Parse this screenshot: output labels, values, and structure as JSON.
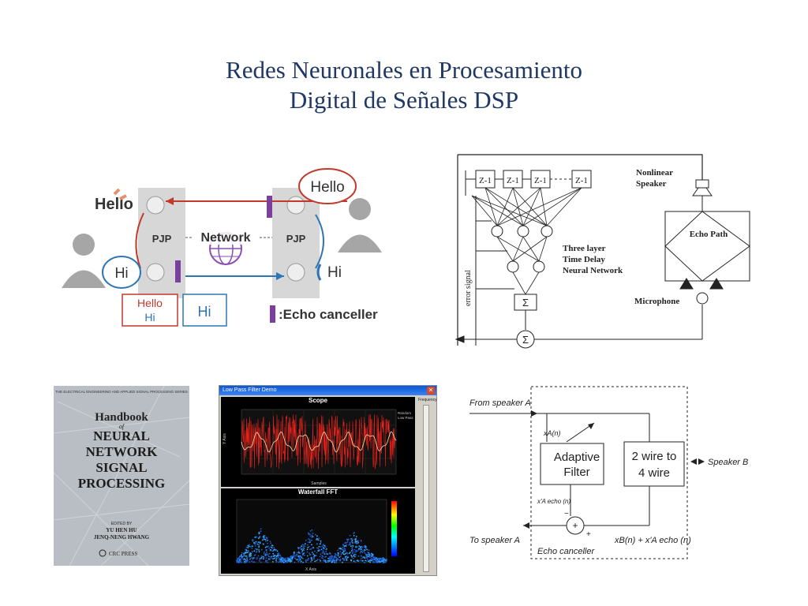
{
  "slide": {
    "title_line1": "Redes Neuronales en Procesamiento",
    "title_line2": "Digital de Señales DSP"
  },
  "colors": {
    "title": "#1f3864",
    "echo_bar": "#7b3f9e",
    "red_arrow": "#c0392b",
    "blue_arrow": "#2e75b6"
  },
  "phone_diagram": {
    "hello_left": "Hello",
    "hello_right": "Hello",
    "hi_left": "Hi",
    "hi_right": "Hi",
    "pjp_left": "PJP",
    "pjp_right": "PJP",
    "network": "Network",
    "box_hello": "Hello",
    "box_hi": "Hi",
    "box_hi2": "Hi",
    "legend": ":Echo canceller"
  },
  "neural_diagram": {
    "delays": [
      "Z-1",
      "Z-1",
      "Z-1",
      "Z-1"
    ],
    "speaker": "Nonlinear\nSpeaker",
    "speaker_l1": "Nonlinear",
    "speaker_l2": "Speaker",
    "nn_l1": "Three layer",
    "nn_l2": "Time Delay",
    "nn_l3": "Neural Network",
    "echo_path": "Echo Path",
    "microphone": "Microphone",
    "error_signal": "error signal",
    "sigma": "Σ"
  },
  "book": {
    "series": "THE ELECTRICAL ENGINEERING AND APPLIED SIGNAL PROCESSING SERIES",
    "handbook": "Handbook",
    "of": "of",
    "title_l1": "NEURAL",
    "title_l2": "NETWORK",
    "title_l3": "SIGNAL",
    "title_l4": "PROCESSING",
    "edited_by": "EDITED BY",
    "editor1": "YU HEN HU",
    "editor2": "JENQ-NENG HWANG",
    "publisher": "CRC PRESS"
  },
  "scope_window": {
    "window_title": "Low Pass Filter Demo",
    "scope_title": "Scope",
    "fft_title": "Waterfall FFT",
    "freq_label": "Frequency",
    "legend_random": "Random",
    "legend_lowpass": "Low Pass",
    "x_axis": "X Axis",
    "y_axis": "Y Axis",
    "samples": "Samples"
  },
  "echo_diagram": {
    "from_speaker": "From speaker A",
    "to_speaker": "To speaker A",
    "adaptive_l1": "Adaptive",
    "adaptive_l2": "Filter",
    "wire_l1": "2 wire to",
    "wire_l2": "4 wire",
    "speaker_b": "Speaker B",
    "xa": "xA(n)",
    "xa_echo": "x'A echo (n)",
    "output": "xB(n) + x'A echo (n)",
    "canceller": "Echo canceller",
    "plus": "+",
    "minus": "−"
  }
}
